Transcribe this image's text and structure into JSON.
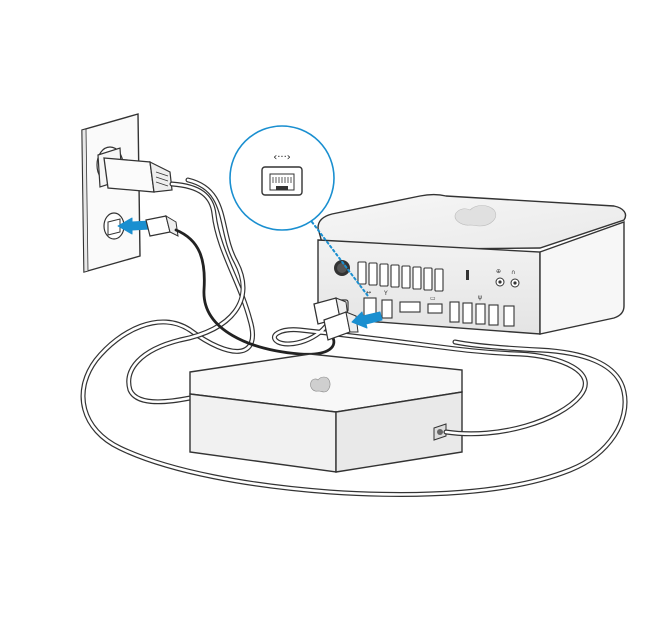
{
  "diagram": {
    "callout": {
      "port_icon": "ethernet-port-icon",
      "symbol": "‹···›"
    },
    "colors": {
      "accent": "#1a8fd0",
      "line": "#333333",
      "device_fill": "#f4f4f4"
    },
    "components": [
      {
        "name": "wall-outlet",
        "icon": "power-outlet-icon"
      },
      {
        "name": "ethernet-wall-jack",
        "icon": "ethernet-jack-icon"
      },
      {
        "name": "power-adapter",
        "icon": "apple-logo-icon"
      },
      {
        "name": "mac-mini",
        "icon": "apple-logo-icon"
      }
    ]
  }
}
